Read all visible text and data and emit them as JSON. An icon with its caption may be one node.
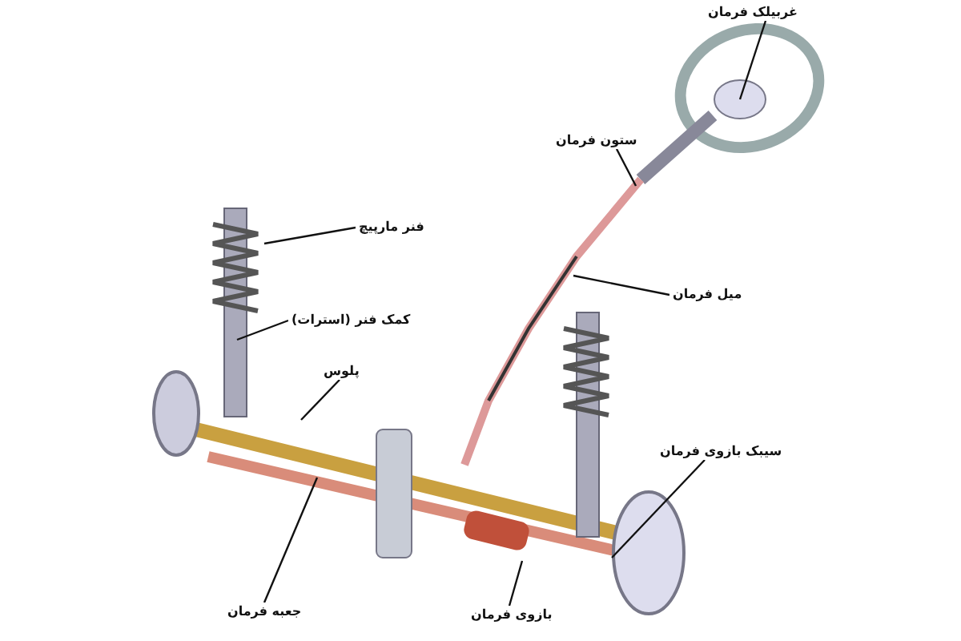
{
  "diagram": {
    "nodes": [
      {
        "text": [
          "غربیلک فرمان"
        ]
      },
      {
        "text": [
          "ستون فرمان"
        ]
      },
      {
        "text": [
          "فنر مارپیچ"
        ]
      },
      {
        "text": [
          "کمک فنر (استرات)"
        ]
      },
      {
        "text": [
          "میل فرمان"
        ]
      },
      {
        "text": [
          "پلوس"
        ]
      },
      {
        "text": [
          "جعبه فرمان"
        ]
      },
      {
        "text": [
          "بازوی فرمان"
        ]
      },
      {
        "text": [
          "سیبک بازوی فرمان"
        ]
      }
    ],
    "edges": [
      {
        "from": 0,
        "to": null,
        "arrow": "none"
      },
      {
        "from": 1,
        "to": null,
        "arrow": "none"
      },
      {
        "from": 2,
        "to": null,
        "arrow": "none"
      },
      {
        "from": 3,
        "to": null,
        "arrow": "none"
      },
      {
        "from": 4,
        "to": null,
        "arrow": "none"
      },
      {
        "from": 5,
        "to": null,
        "arrow": "none"
      },
      {
        "from": 6,
        "to": null,
        "arrow": "none"
      },
      {
        "from": 7,
        "to": null,
        "arrow": "none"
      },
      {
        "from": 8,
        "to": null,
        "arrow": "none"
      }
    ]
  }
}
